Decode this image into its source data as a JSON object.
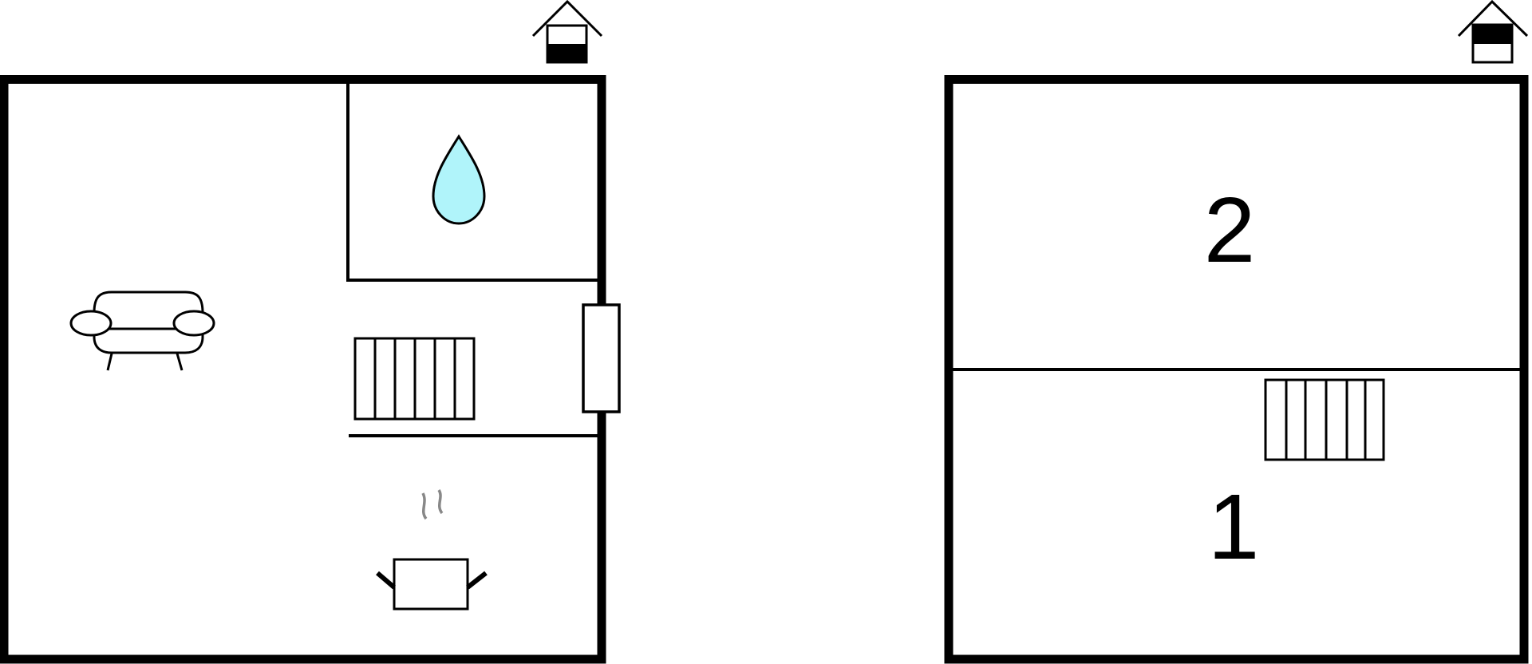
{
  "floor_plans": [
    {
      "rooms": [
        "living-room",
        "bathroom",
        "hall",
        "kitchen"
      ],
      "icons": [
        "north-house-icon",
        "water-drop-icon",
        "sofa-icon",
        "staircase-icon",
        "door-icon",
        "cooking-pot-icon"
      ]
    },
    {
      "room_labels": [
        "2",
        "1"
      ],
      "icons": [
        "north-house-icon",
        "staircase-icon"
      ]
    }
  ],
  "colors": {
    "wall": "#000000",
    "water": "#b0f4fa",
    "steam": "#888888"
  }
}
